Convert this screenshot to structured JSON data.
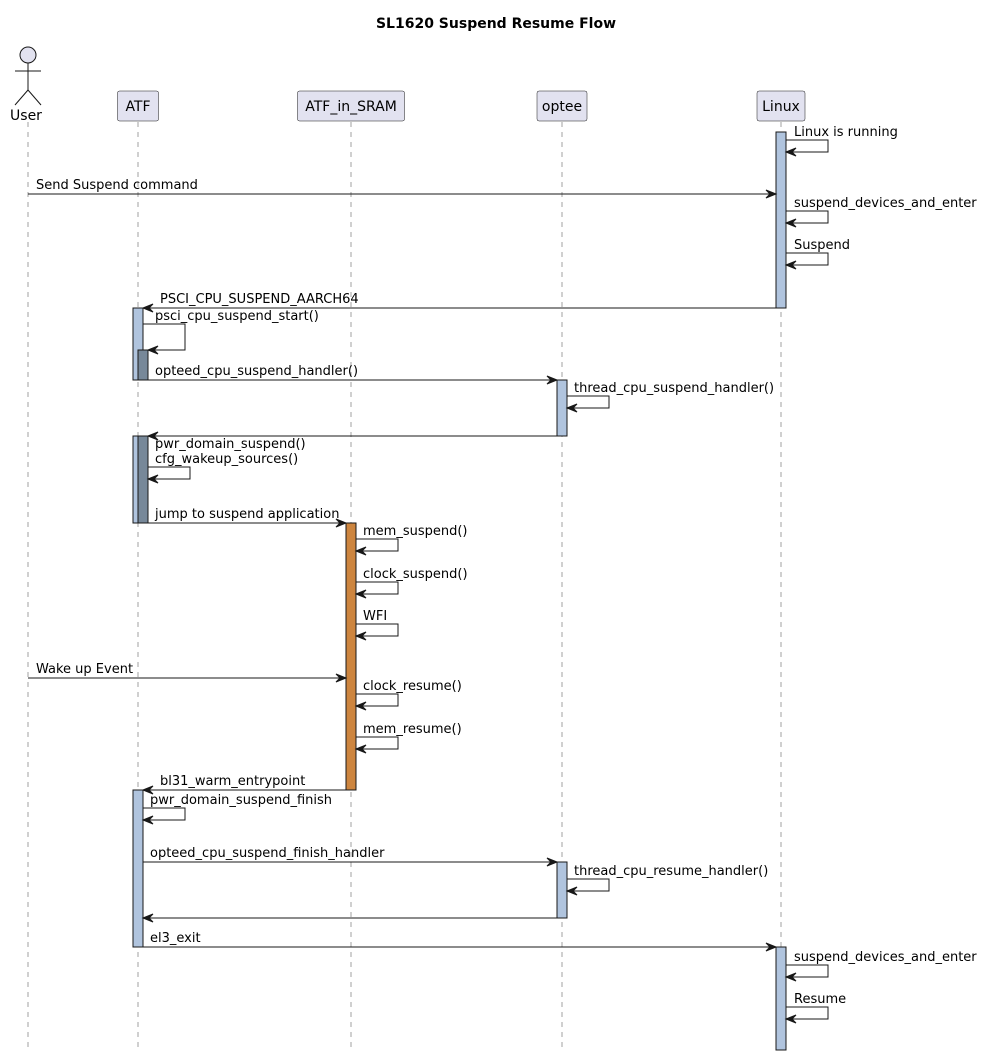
{
  "title": "SL1620 Suspend Resume Flow",
  "colors": {
    "participant_fill": "#E2E2F0",
    "participant_stroke": "#181818",
    "activation_blue": "#B0C4DE",
    "activation_slate": "#778899",
    "activation_orange": "#CD853F",
    "lifeline": "#A0A0A0",
    "arrow": "#181818"
  },
  "participants": [
    {
      "id": "User",
      "label": "User",
      "kind": "actor"
    },
    {
      "id": "ATF",
      "label": "ATF",
      "kind": "box"
    },
    {
      "id": "ATF_in_SRAM",
      "label": "ATF_in_SRAM",
      "kind": "box"
    },
    {
      "id": "optee",
      "label": "optee",
      "kind": "box"
    },
    {
      "id": "Linux",
      "label": "Linux",
      "kind": "box"
    }
  ],
  "messages": [
    {
      "from": "Linux",
      "to": "Linux",
      "text": "Linux is running"
    },
    {
      "from": "User",
      "to": "Linux",
      "text": "Send Suspend command"
    },
    {
      "from": "Linux",
      "to": "Linux",
      "text": "suspend_devices_and_enter"
    },
    {
      "from": "Linux",
      "to": "Linux",
      "text": "Suspend"
    },
    {
      "from": "Linux",
      "to": "ATF",
      "text": "PSCI_CPU_SUSPEND_AARCH64"
    },
    {
      "from": "ATF",
      "to": "ATF",
      "text": "psci_cpu_suspend_start()"
    },
    {
      "from": "ATF",
      "to": "optee",
      "text": "opteed_cpu_suspend_handler()"
    },
    {
      "from": "optee",
      "to": "optee",
      "text": "thread_cpu_suspend_handler()"
    },
    {
      "from": "optee",
      "to": "ATF",
      "text": ""
    },
    {
      "from": "ATF",
      "to": "ATF",
      "text": "pwr_domain_suspend()\ncfg_wakeup_sources()"
    },
    {
      "from": "ATF",
      "to": "ATF_in_SRAM",
      "text": "jump to suspend application"
    },
    {
      "from": "ATF_in_SRAM",
      "to": "ATF_in_SRAM",
      "text": "mem_suspend()"
    },
    {
      "from": "ATF_in_SRAM",
      "to": "ATF_in_SRAM",
      "text": "clock_suspend()"
    },
    {
      "from": "ATF_in_SRAM",
      "to": "ATF_in_SRAM",
      "text": "WFI"
    },
    {
      "from": "User",
      "to": "ATF_in_SRAM",
      "text": "Wake up Event"
    },
    {
      "from": "ATF_in_SRAM",
      "to": "ATF_in_SRAM",
      "text": "clock_resume()"
    },
    {
      "from": "ATF_in_SRAM",
      "to": "ATF_in_SRAM",
      "text": "mem_resume()"
    },
    {
      "from": "ATF_in_SRAM",
      "to": "ATF",
      "text": "bl31_warm_entrypoint"
    },
    {
      "from": "ATF",
      "to": "ATF",
      "text": "pwr_domain_suspend_finish"
    },
    {
      "from": "ATF",
      "to": "optee",
      "text": "opteed_cpu_suspend_finish_handler"
    },
    {
      "from": "optee",
      "to": "optee",
      "text": "thread_cpu_resume_handler()"
    },
    {
      "from": "optee",
      "to": "ATF",
      "text": ""
    },
    {
      "from": "ATF",
      "to": "Linux",
      "text": "el3_exit"
    },
    {
      "from": "Linux",
      "to": "Linux",
      "text": "suspend_devices_and_enter"
    },
    {
      "from": "Linux",
      "to": "Linux",
      "text": "Resume"
    }
  ]
}
